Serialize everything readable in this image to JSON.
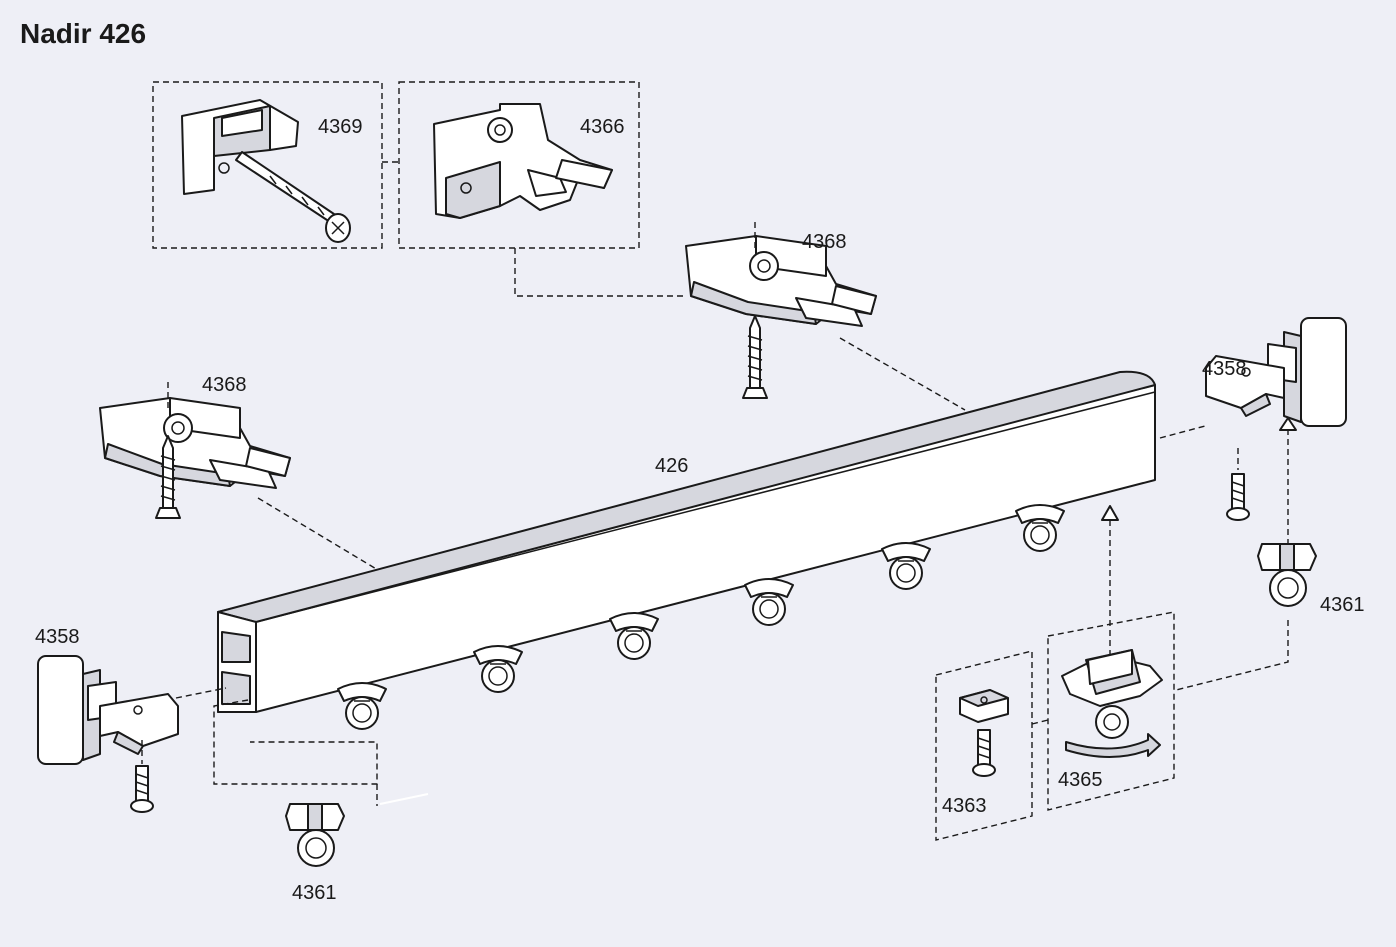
{
  "title": "Nadir 426",
  "parts": {
    "rail": "426",
    "bracket_4369": "4369",
    "bracket_4366": "4366",
    "clip_4368_top": "4368",
    "clip_4368_left": "4368",
    "endcap_4358_right": "4358",
    "endcap_4358_left": "4358",
    "runner_4361_right": "4361",
    "runner_4361_bottom": "4361",
    "stop_4363": "4363",
    "runner_4365": "4365"
  },
  "colors": {
    "background": "#eeeff6",
    "line": "#1a1a1a",
    "part_fill": "#ffffff",
    "shade": "#d6d7de"
  }
}
